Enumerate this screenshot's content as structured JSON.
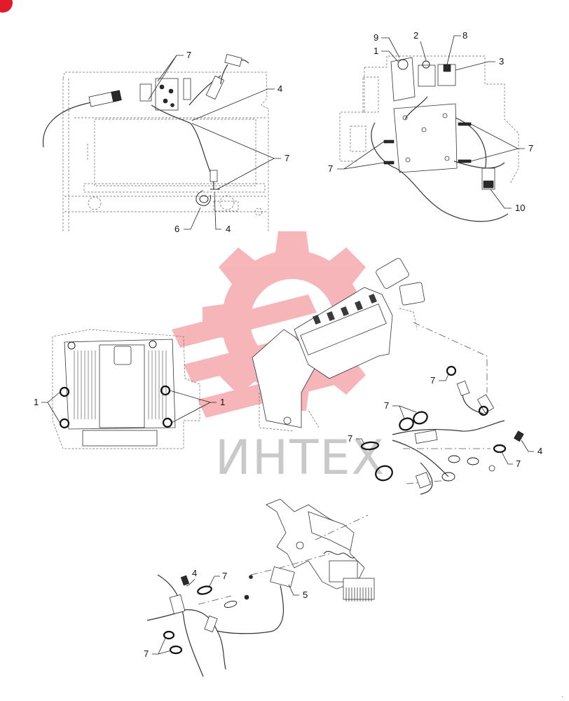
{
  "watermark": {
    "text": "ИНТЕХ",
    "color": "#f07a80"
  },
  "callouts": {
    "c_tl_7a": "7",
    "c_tl_4a": "4",
    "c_tl_7b": "7",
    "c_tl_6": "6",
    "c_tl_4b": "4",
    "c_tr_9": "9",
    "c_tr_1": "1",
    "c_tr_2": "2",
    "c_tr_8": "8",
    "c_tr_3": "3",
    "c_tr_7a": "7",
    "c_tr_7b": "7",
    "c_tr_10": "10",
    "c_ml_1a": "1",
    "c_ml_1b": "1",
    "c_mr_7a": "7",
    "c_mr_7b": "7",
    "c_mr_7c": "7",
    "c_mr_4": "4",
    "c_mr_7d": "7",
    "c_b_4": "4",
    "c_b_7a": "7",
    "c_b_5": "5",
    "c_b_7b": "7"
  }
}
